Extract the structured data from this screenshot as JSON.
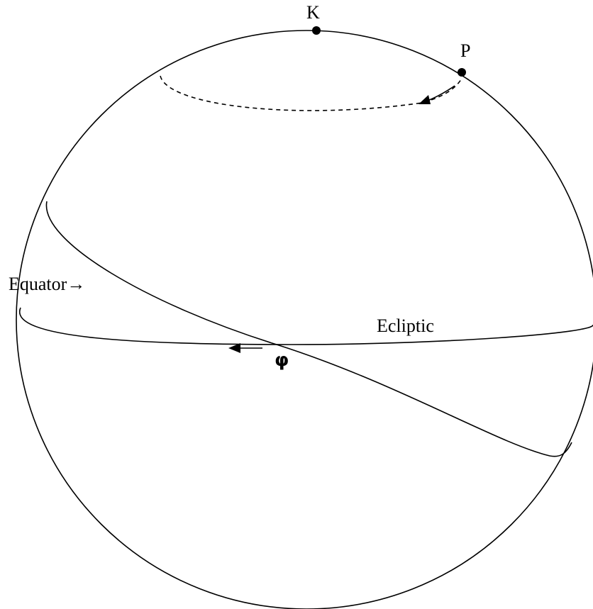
{
  "labels": {
    "k": "K",
    "p": "P",
    "equator": "Equator→",
    "ecliptic": "Ecliptic",
    "vernal_point": "φ"
  },
  "colors": {
    "stroke": "#000000",
    "background": "#ffffff"
  }
}
